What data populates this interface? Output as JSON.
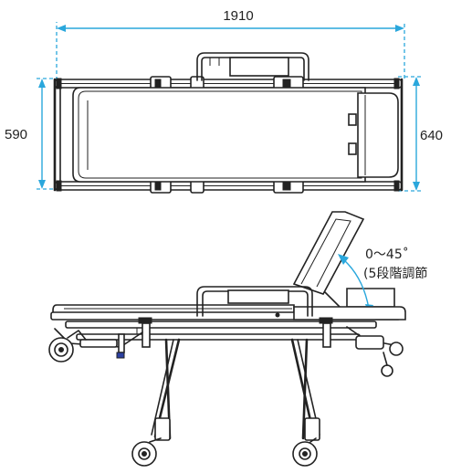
{
  "dimensions": {
    "length": "1910",
    "width_left": "590",
    "width_right": "640"
  },
  "tilt_note": {
    "angle": "0～45˚",
    "steps": "(5段階調節"
  },
  "colors": {
    "dimension_line": "#2aa7dc",
    "line": "#222222",
    "caster_accent": "#2b3fa0"
  }
}
